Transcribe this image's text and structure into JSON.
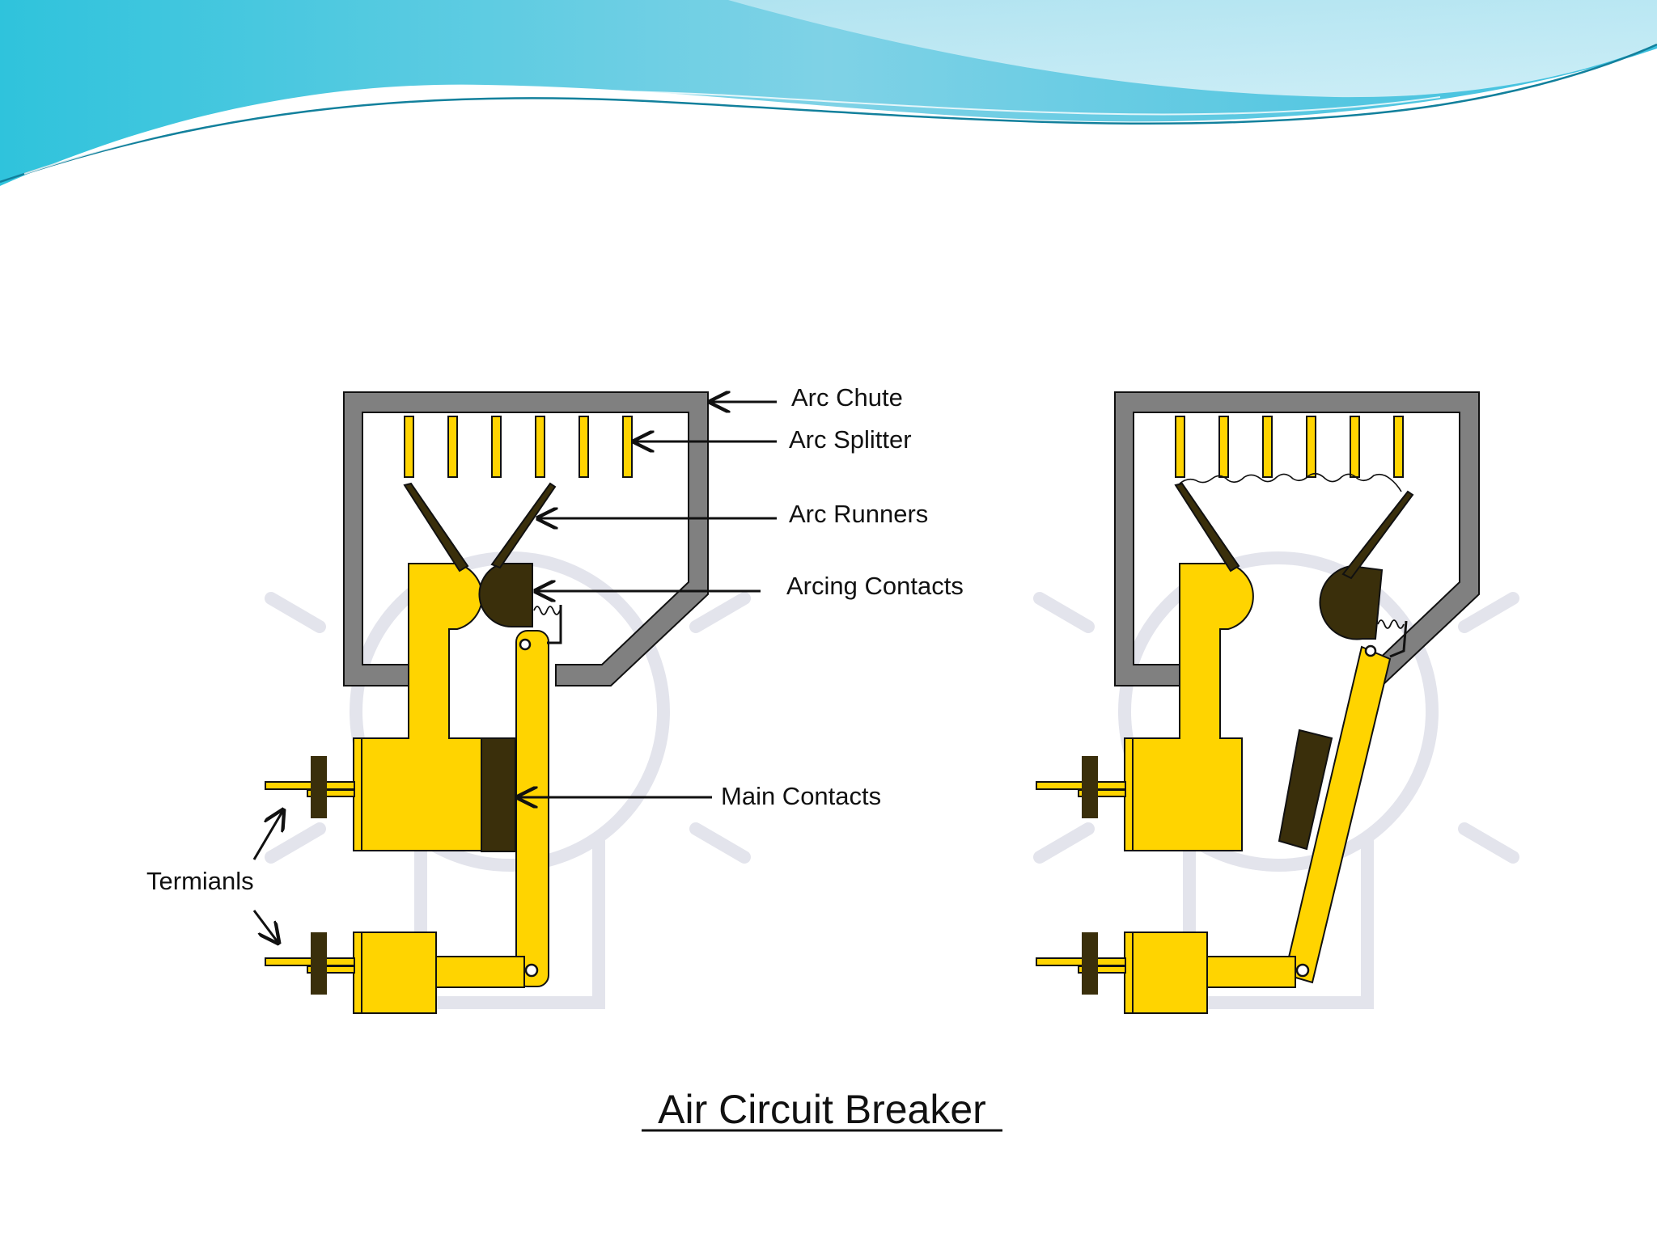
{
  "slide": {
    "colors": {
      "background": "#ffffff",
      "wave_dark": "#1aa7c9",
      "wave_light": "#bfe9f3",
      "chute": "#808080",
      "conductor": "#ffd400",
      "contact": "#3a2f0b",
      "watermark": "#e3e4ec"
    }
  },
  "diagram": {
    "title": "Air Circuit Breaker",
    "labels": {
      "arc_chute": "Arc Chute",
      "arc_splitter": "Arc Splitter",
      "arc_runners": "Arc Runners",
      "arcing_contacts": "Arcing Contacts",
      "main_contacts": "Main Contacts",
      "terminals": "Termianls"
    },
    "panels": [
      {
        "state": "closed"
      },
      {
        "state": "open"
      }
    ]
  }
}
